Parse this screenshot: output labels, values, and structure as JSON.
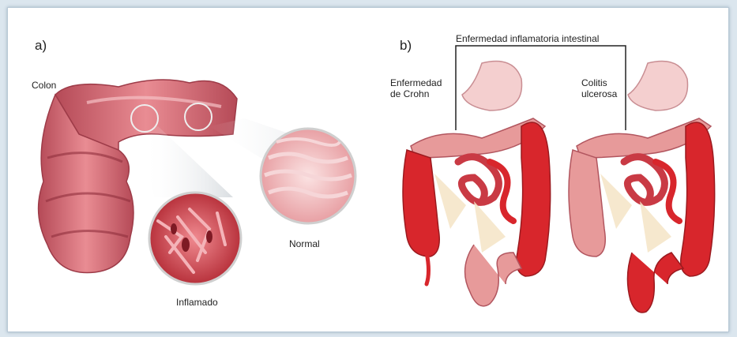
{
  "panel_a": {
    "letter": "a)",
    "colon_label": "Colon",
    "normal_label": "Normal",
    "inflamed_label": "Inflamado"
  },
  "panel_b": {
    "letter": "b)",
    "group_label": "Enfermedad inflamatoria intestinal",
    "crohn_label_1": "Enfermedad",
    "crohn_label_2": "de Crohn",
    "uc_label_1": "Colitis",
    "uc_label_2": "ulcerosa"
  },
  "colors": {
    "frame_bg": "#dbe6ee",
    "tissue_pink": "#e79a9a",
    "inflamed_red": "#d8262c",
    "stomach": "#f4cfcf"
  }
}
